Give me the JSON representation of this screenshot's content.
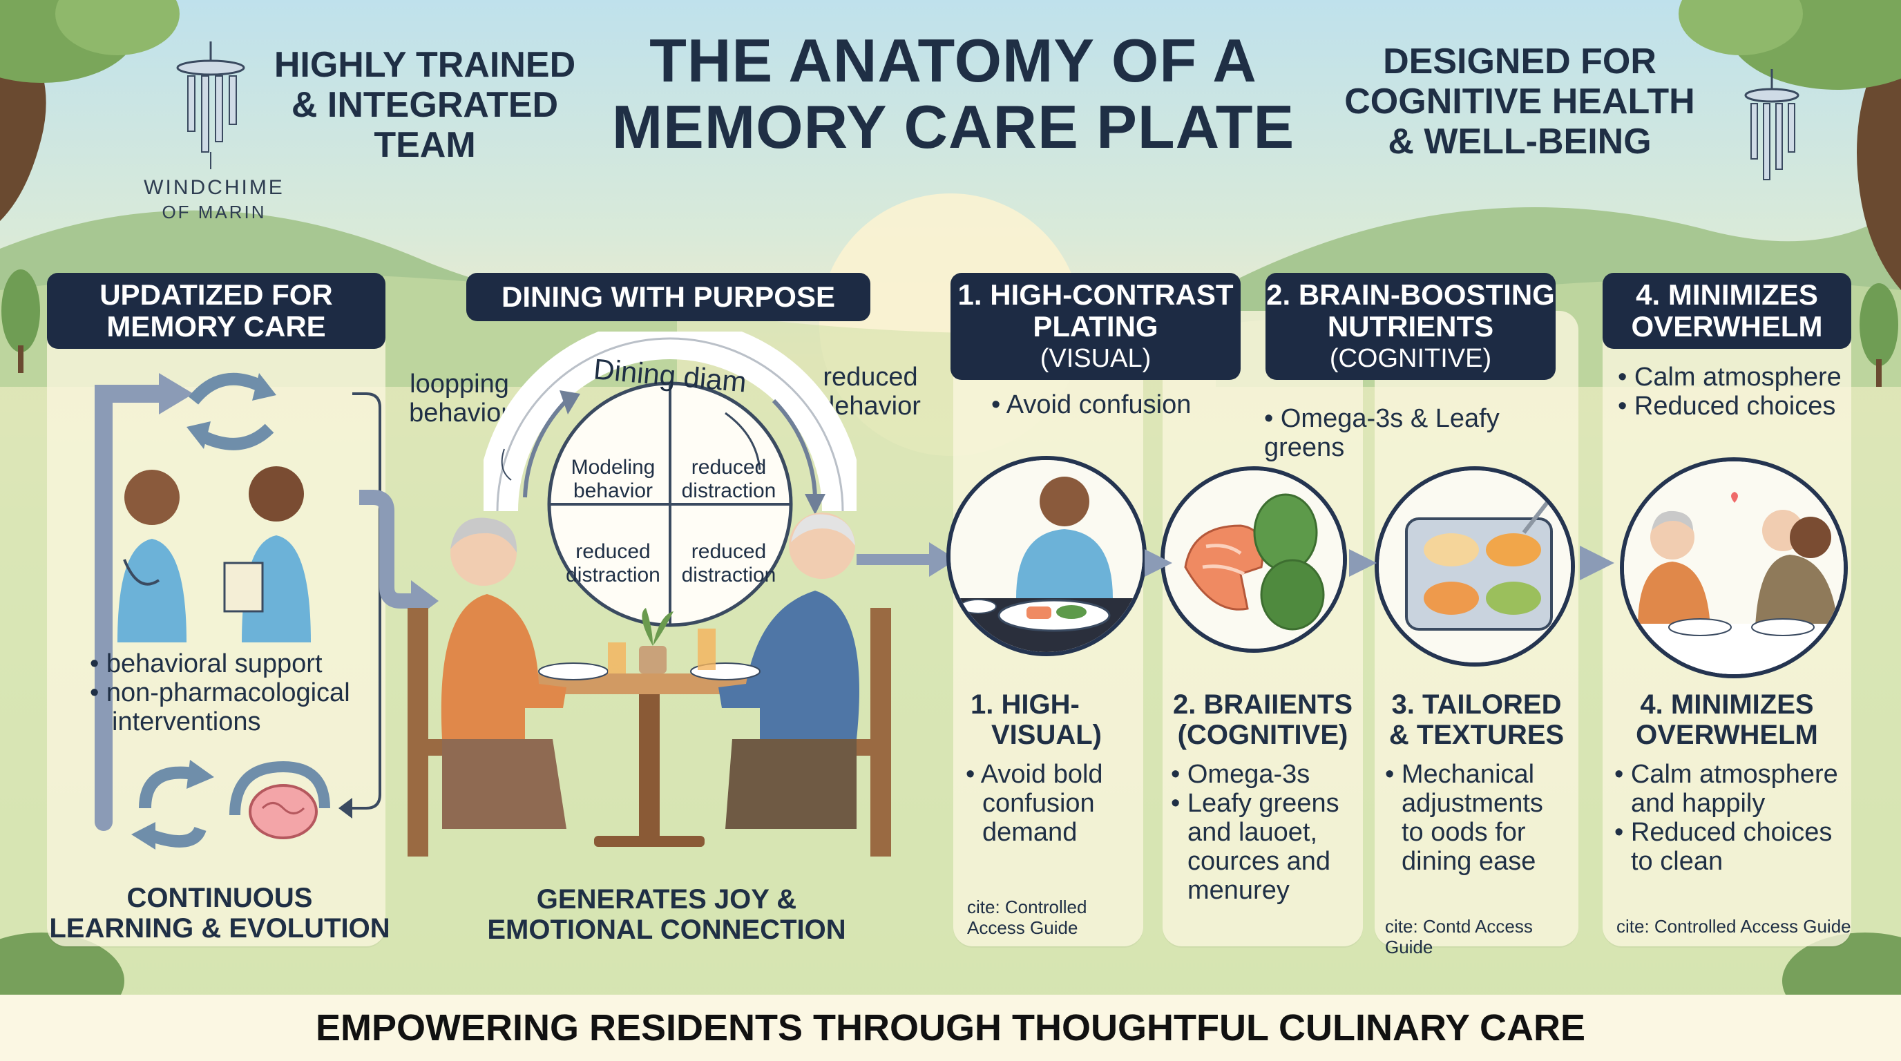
{
  "header": {
    "title_line1": "THE ANATOMY OF A",
    "title_line2": "MEMORY CARE PLATE",
    "left_heading": [
      "HIGHLY TRAINED",
      "& INTEGRATED",
      "TEAM"
    ],
    "right_heading": [
      "DESIGNED FOR",
      "COGNITIVE HEALTH",
      "& WELL-BEING"
    ],
    "logo_name": "WINDCHIME",
    "logo_sub": "OF MARIN"
  },
  "left_panel": {
    "tab": [
      "UPDATIZED FOR",
      "MEMORY CARE"
    ],
    "bullets": [
      "behavioral support",
      "non-pharmacological",
      "interventions"
    ],
    "footer": [
      "CONTINUOUS",
      "LEARNING & EVOLUTION"
    ]
  },
  "center": {
    "tab": "DINING WITH PURPOSE",
    "arc_label": "Dining diam",
    "left_note": [
      "loopping",
      "behavior"
    ],
    "right_note": [
      "reduced",
      "dehavior"
    ],
    "quadrants": [
      [
        "Modeling",
        "behavior"
      ],
      [
        "reduced",
        "distraction"
      ],
      [
        "reduced",
        "distraction"
      ],
      [
        "reduced",
        "distraction"
      ]
    ],
    "footer": [
      "GENERATES JOY &",
      "EMOTIONAL CONNECTION"
    ]
  },
  "steps": [
    {
      "tab": [
        "1. HIGH-CONTRAST",
        "PLATING"
      ],
      "tab_sub": "(VISUAL)",
      "top_bullet": "Avoid confusion",
      "heading": [
        "1. HIGH-",
        "VISUAL)"
      ],
      "bullets": [
        [
          "Avoid bold",
          "confusion",
          "demand"
        ]
      ],
      "cite": [
        "cite: Controlled",
        "Access Guide"
      ]
    },
    {
      "tab": [
        "2. BRAIN-BOOSTING",
        "NUTRIENTS"
      ],
      "tab_sub": "(COGNITIVE)",
      "top_bullet": "Omega-3s & Leafy greens",
      "heading": [
        "2. BRAIIENTS",
        "(COGNITIVE)"
      ],
      "bullets": [
        [
          "Omega-3s"
        ],
        [
          "Leafy greens",
          "and lauoet,",
          "cources and",
          "menurey"
        ]
      ],
      "cite": []
    },
    {
      "tab": [],
      "tab_sub": "",
      "top_bullet": "",
      "heading": [
        "3. TAILORED",
        "& TEXTURES"
      ],
      "bullets": [
        [
          "Mechanical",
          "adjustments",
          "to oods for",
          "dining ease"
        ]
      ],
      "cite": [
        "cite: Contd Access Guide"
      ]
    },
    {
      "tab": [
        "4. MINIMIZES",
        "OVERWHELM"
      ],
      "tab_sub": "",
      "top_bullet_list": [
        "Calm atmosphere",
        "Reduced choices"
      ],
      "heading": [
        "4. MINIMIZES",
        "OVERWHELM"
      ],
      "bullets": [
        [
          "Calm atmosphere",
          "and happily"
        ],
        [
          "Reduced choices",
          "to clean"
        ]
      ],
      "cite": [
        "cite: Controlled Access Guide"
      ]
    }
  ],
  "banner": "EMPOWERING RESIDENTS THROUGH THOUGHTFUL CULINARY CARE",
  "colors": {
    "navy": "#1d2b44",
    "panel": "#faf6de",
    "salmon": "#ef8a62",
    "green": "#5d9a4a",
    "scrub": "#6cb2d8"
  }
}
